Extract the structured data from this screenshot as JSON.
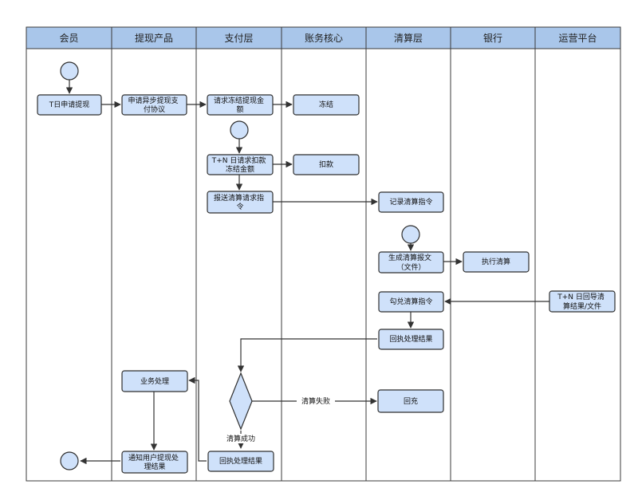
{
  "lanes": [
    "会员",
    "提现产品",
    "支付层",
    "账务核心",
    "清算层",
    "银行",
    "运营平台"
  ],
  "nodes": {
    "t_apply": [
      "T日申请提现"
    ],
    "apply_protocol": [
      "申请异步提现支",
      "付协议"
    ],
    "freeze_request": [
      "请求冻结提现金",
      "额"
    ],
    "freeze": [
      "冻结"
    ],
    "tn_deduct_request": [
      "T+N 日请求扣款",
      "冻结金额"
    ],
    "deduct": [
      "扣款"
    ],
    "send_clearing": [
      "报送清算请求指",
      "令"
    ],
    "record_clearing": [
      "记录清算指令"
    ],
    "gen_file": [
      "生成清算报文",
      "（文件）"
    ],
    "execute": [
      "执行清算"
    ],
    "tn_import": [
      "T+N 日回导清",
      "算结果/文件"
    ],
    "reconcile": [
      "勾兑清算指令"
    ],
    "receipt_clearing": [
      "回执处理结果"
    ],
    "refund": [
      "回充"
    ],
    "business": [
      "业务处理"
    ],
    "notify_user": [
      "通知用户提现处",
      "理结果"
    ],
    "receipt_pay": [
      "回执处理结果"
    ]
  },
  "edge_labels": {
    "fail": "清算失败",
    "success": "清算成功"
  }
}
